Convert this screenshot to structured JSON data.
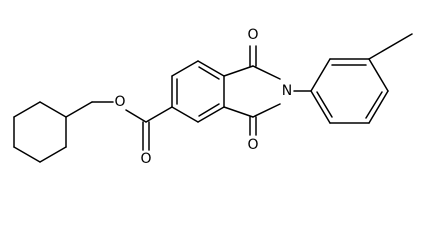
{
  "structure": {
    "kind": "skeletal-formula",
    "atom_labels": [
      "O",
      "O",
      "N",
      "O",
      "O"
    ]
  }
}
